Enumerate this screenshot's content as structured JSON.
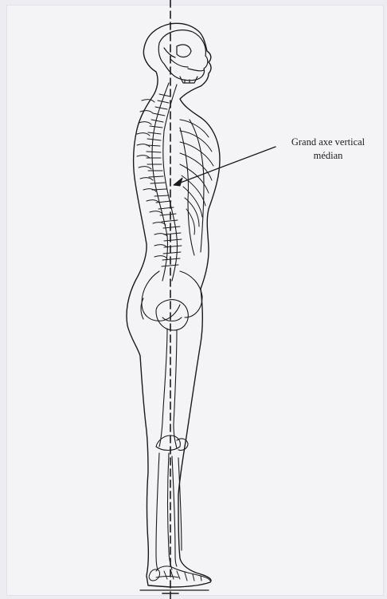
{
  "annotation": {
    "line1": "Grand axe vertical",
    "line2": "médian"
  },
  "colors": {
    "ink": "#1a1a1a",
    "paper": "#f4f4f7",
    "background": "#ededf1"
  },
  "icons": {
    "figure": "human-skeleton-side-view-icon",
    "axis": "vertical-dashed-axis-line"
  }
}
